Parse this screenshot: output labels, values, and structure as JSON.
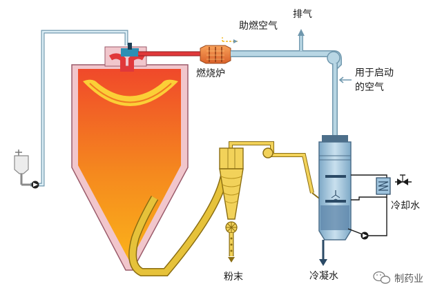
{
  "labels": {
    "combustion_air": "助燃空气",
    "exhaust": "排气",
    "furnace": "燃烧炉",
    "startup_air_line1": "用于启动",
    "startup_air_line2": "的空气",
    "cooling_water": "冷却水",
    "powder": "粉末",
    "condensate": "冷凝水",
    "watermark": "制药业"
  },
  "colors": {
    "pipe_blue": "#b8d6e4",
    "pipe_blue_edge": "#6f97ad",
    "hot_red": "#e0383a",
    "product_yellow": "#e6c23a",
    "chamber_pink": "#f1c6cc",
    "chamber_gradient": [
      "#f0492a",
      "#f58a1e",
      "#fbb21a"
    ],
    "condenser_blue": "#9ec3dd"
  },
  "icons": [
    "feed-tank-icon",
    "pump-icon",
    "valve-icon",
    "heat-exchanger-icon",
    "rotary-valve-icon",
    "wechat-icon"
  ]
}
